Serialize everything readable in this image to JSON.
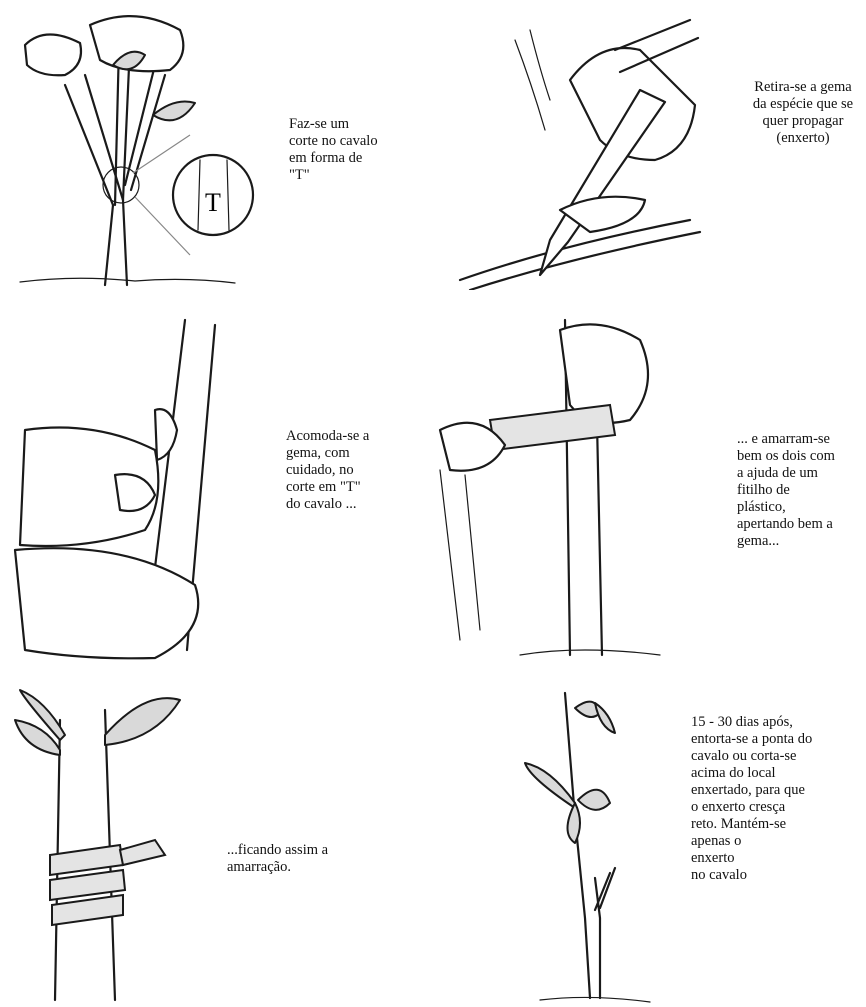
{
  "steps": [
    {
      "caption": "Faz-se um\ncorte no cavalo\nem forma de\n\"T\"",
      "inset_letter": "T"
    },
    {
      "caption": "Retira-se a gema\nda espécie que se\nquer propagar\n(enxerto)"
    },
    {
      "caption": "Acomoda-se a\ngema, com\ncuidado, no\ncorte em \"T\"\ndo cavalo ..."
    },
    {
      "caption": "... e amarram-se\nbem os dois com\na ajuda de um\nfitilho de\nplástico,\napertando bem a\ngema..."
    },
    {
      "caption": "...ficando assim a\namarração."
    },
    {
      "caption": "15 - 30 dias após,\nentorta-se a ponta do\ncavalo ou corta-se\nacima do local\nenxertado, para que\no enxerto cresça\nreto. Mantém-se\napenas o\nenxerto\nno cavalo"
    }
  ]
}
